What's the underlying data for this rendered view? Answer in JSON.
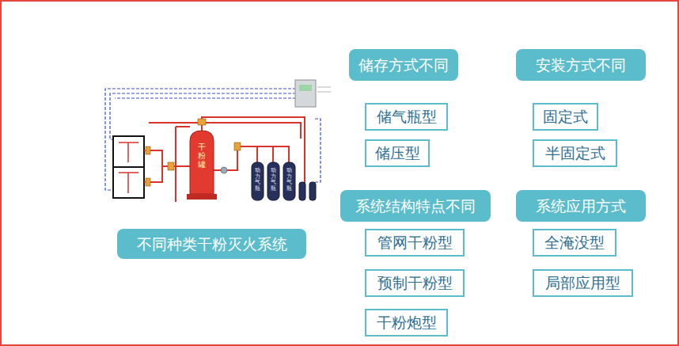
{
  "diagram": {
    "nodes": [
      {
        "text": [
          "储存方式不同"
        ]
      },
      {
        "text": [
          "安装方式不同"
        ]
      },
      {
        "text": [
          "储气瓶型"
        ]
      },
      {
        "text": [
          "固定式"
        ]
      },
      {
        "text": [
          "储压型"
        ]
      },
      {
        "text": [
          "半固定式"
        ]
      },
      {
        "text": [
          "系统结构特点不同"
        ]
      },
      {
        "text": [
          "系统应用方式"
        ]
      },
      {
        "text": [
          "不同种类干粉灭火系统"
        ]
      },
      {
        "text": [
          "管网干粉型"
        ]
      },
      {
        "text": [
          "全淹没型"
        ]
      },
      {
        "text": [
          "预制干粉型"
        ]
      },
      {
        "text": [
          "局部应用型"
        ]
      },
      {
        "text": [
          "干粉炮型"
        ]
      }
    ],
    "labels": [
      "干粉罐",
      "动力气瓶",
      "动力气瓶",
      "动力气瓶"
    ]
  }
}
